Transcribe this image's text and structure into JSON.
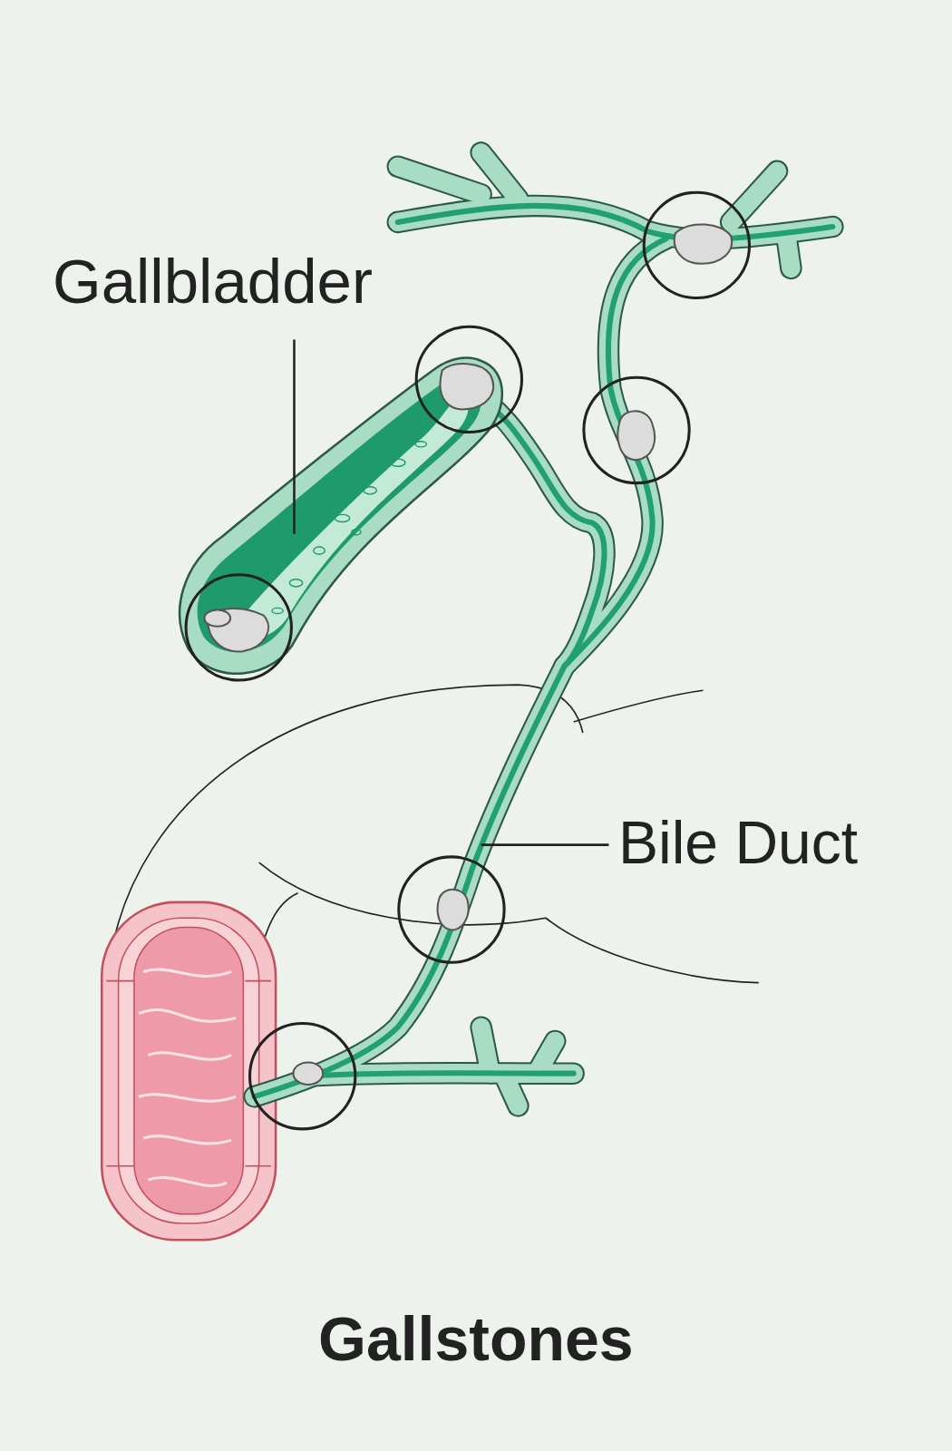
{
  "diagram": {
    "title": "Gallstones",
    "labels": [
      "Gallbladder",
      "Bile Duct"
    ]
  }
}
